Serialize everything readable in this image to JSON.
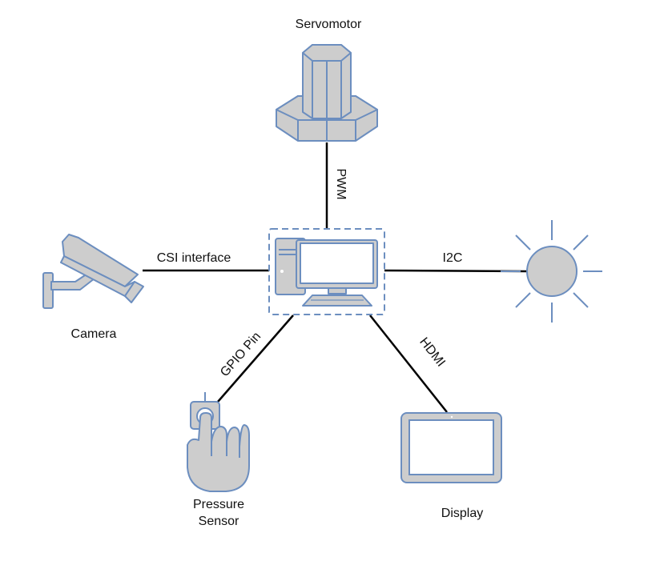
{
  "colors": {
    "icon_fill": "#cdcdcd",
    "icon_stroke": "#6c8ebf",
    "line": "#000000",
    "background": "#ffffff"
  },
  "nodes": {
    "servomotor": {
      "label": "Servomotor",
      "icon": "servomotor-icon"
    },
    "computer": {
      "label": "",
      "icon": "computer-icon"
    },
    "camera": {
      "label": "Camera",
      "icon": "camera-icon"
    },
    "sun": {
      "label": "",
      "icon": "sun-icon"
    },
    "pressure_sensor": {
      "label_line1": "Pressure",
      "label_line2": "Sensor",
      "icon": "pressure-sensor-icon"
    },
    "display": {
      "label": "Display",
      "icon": "tablet-display-icon"
    }
  },
  "edges": {
    "pwm": {
      "label": "PWM"
    },
    "csi": {
      "label": "CSI interface"
    },
    "i2c": {
      "label": "I2C"
    },
    "gpio": {
      "label": "GPIO Pin"
    },
    "hdmi": {
      "label": "HDMI"
    }
  }
}
